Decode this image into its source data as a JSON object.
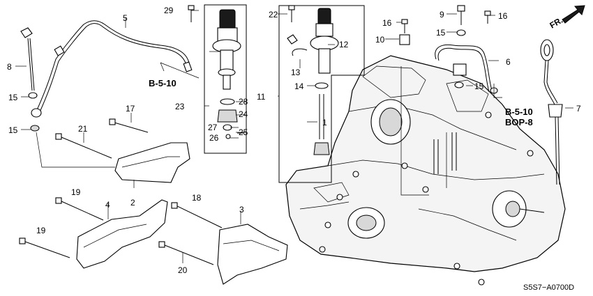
{
  "callouts": {
    "c1": "1",
    "c2": "2",
    "c3": "3",
    "c4": "4",
    "c5": "5",
    "c6": "6",
    "c7": "7",
    "c8": "8",
    "c9": "9",
    "c10": "10",
    "c11": "11",
    "c12": "12",
    "c13": "13",
    "c14": "14",
    "c15a": "15",
    "c15b": "15",
    "c15c": "15",
    "c15d": "15",
    "c16a": "16",
    "c16b": "16",
    "c17": "17",
    "c18": "18",
    "c19a": "19",
    "c19b": "19",
    "c20": "20",
    "c21": "21",
    "c22": "22",
    "c23": "23",
    "c24": "24",
    "c25": "25",
    "c26": "26",
    "c27": "27",
    "c28": "28",
    "c29": "29"
  },
  "references": {
    "left": "B-5-10",
    "right_line1": "B-5-10",
    "right_line2": "BOP-8"
  },
  "direction_label": "FR.",
  "diagram_code": "S5S7−A0700D"
}
